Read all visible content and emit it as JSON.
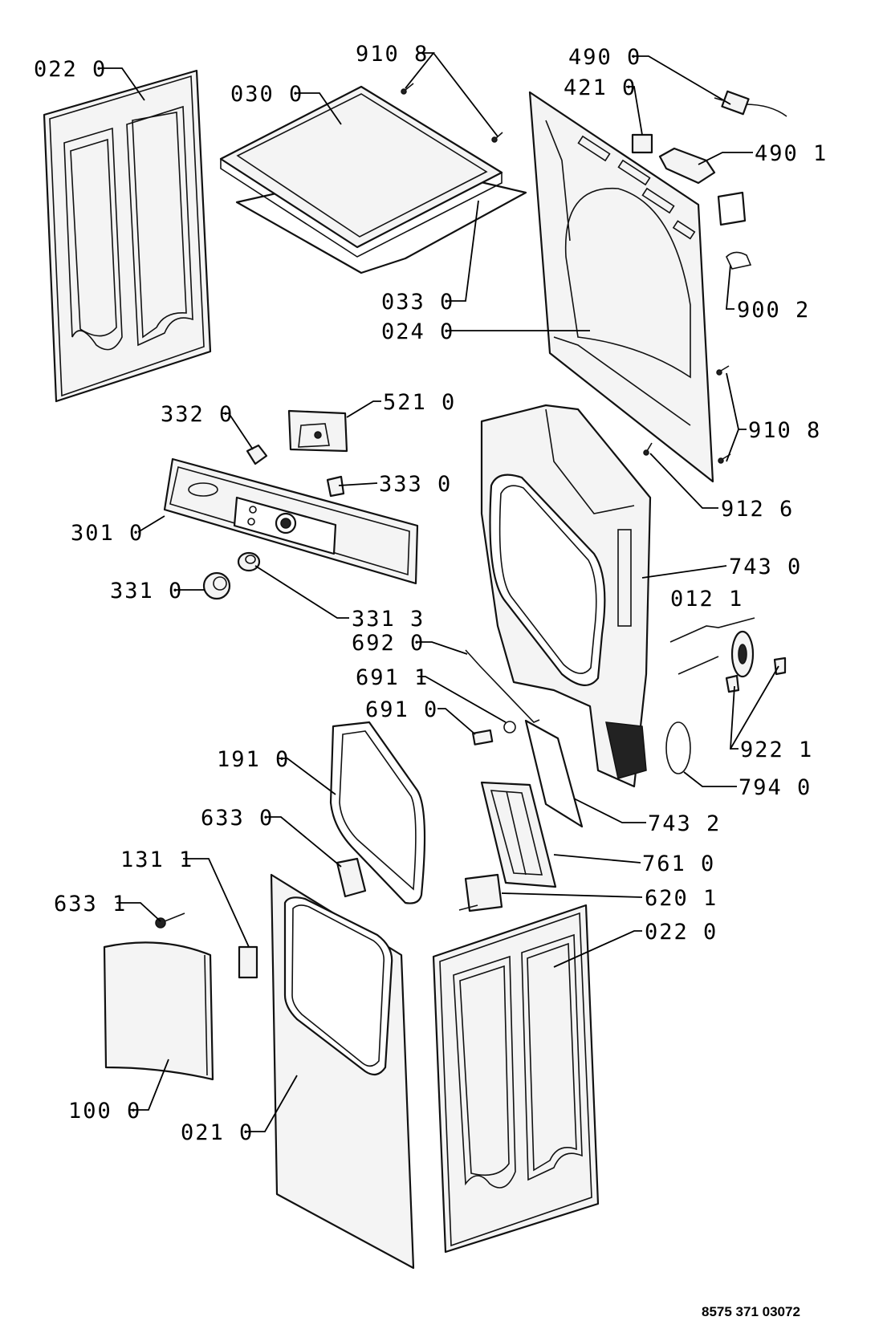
{
  "callouts": [
    {
      "id": "c1",
      "label": "022 0"
    },
    {
      "id": "c2",
      "label": "030 0"
    },
    {
      "id": "c3",
      "label": "910 8"
    },
    {
      "id": "c4",
      "label": "490 0"
    },
    {
      "id": "c5",
      "label": "421 0"
    },
    {
      "id": "c6",
      "label": "490 1"
    },
    {
      "id": "c7",
      "label": "033 0"
    },
    {
      "id": "c8",
      "label": "900 2"
    },
    {
      "id": "c9",
      "label": "024 0"
    },
    {
      "id": "c10",
      "label": "521 0"
    },
    {
      "id": "c11",
      "label": "332 0"
    },
    {
      "id": "c12",
      "label": "910 8"
    },
    {
      "id": "c13",
      "label": "333 0"
    },
    {
      "id": "c14",
      "label": "301 0"
    },
    {
      "id": "c15",
      "label": "912 6"
    },
    {
      "id": "c16",
      "label": "743 0"
    },
    {
      "id": "c17",
      "label": "331 0"
    },
    {
      "id": "c18",
      "label": "331 3"
    },
    {
      "id": "c19",
      "label": "012 1"
    },
    {
      "id": "c20",
      "label": "692 0"
    },
    {
      "id": "c21",
      "label": "691 1"
    },
    {
      "id": "c22",
      "label": "691 0"
    },
    {
      "id": "c23",
      "label": "922 1"
    },
    {
      "id": "c24",
      "label": "191 0"
    },
    {
      "id": "c25",
      "label": "794 0"
    },
    {
      "id": "c26",
      "label": "633 0"
    },
    {
      "id": "c27",
      "label": "743 2"
    },
    {
      "id": "c28",
      "label": "131 1"
    },
    {
      "id": "c29",
      "label": "761 0"
    },
    {
      "id": "c30",
      "label": "633 1"
    },
    {
      "id": "c31",
      "label": "620 1"
    },
    {
      "id": "c32",
      "label": "022 0"
    },
    {
      "id": "c33",
      "label": "100 0"
    },
    {
      "id": "c34",
      "label": "021 0"
    }
  ],
  "document_number": "8575 371 03072"
}
